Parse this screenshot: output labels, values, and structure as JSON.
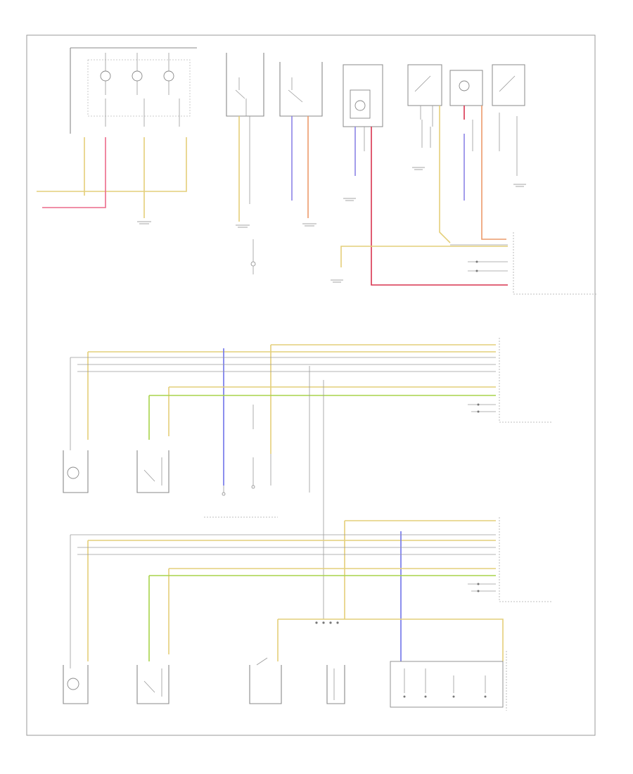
{
  "colors": {
    "yellow": "#e4cf7a",
    "pink": "#ec6a8a",
    "red": "#d9334f",
    "violet": "#8c84e6",
    "orange": "#ec9a6a",
    "green": "#a8d44a",
    "blue": "#6f73ea",
    "line": "#8a8a8a",
    "light_line": "#c4c4c4"
  },
  "top_section": {
    "blocks": [
      {
        "id": "door-lock-switches",
        "label": ""
      },
      {
        "id": "left-door-switch",
        "label": ""
      },
      {
        "id": "right-door-switch",
        "label": ""
      },
      {
        "id": "ignition-switch",
        "label": ""
      },
      {
        "id": "relay-1",
        "label": ""
      },
      {
        "id": "relay-2",
        "label": ""
      },
      {
        "id": "relay-3",
        "label": ""
      }
    ],
    "unit_label": ""
  },
  "middle_section": {
    "header_label": "",
    "unit_label": "",
    "components": [
      {
        "id": "right-door-lock-unit",
        "label": ""
      },
      {
        "id": "right-lock-switch",
        "label": ""
      },
      {
        "id": "door-lock-actuator",
        "label": ""
      },
      {
        "id": "passenger-unlock-switch",
        "label": ""
      }
    ]
  },
  "bottom_section": {
    "unit_label": "",
    "components": [
      {
        "id": "left-door-lock-unit",
        "label": ""
      },
      {
        "id": "left-lock-switch",
        "label": ""
      },
      {
        "id": "driver-key-switch",
        "label": ""
      },
      {
        "id": "driver-unlock-switch",
        "label": ""
      },
      {
        "id": "switch-group",
        "label": ""
      }
    ]
  },
  "footer_label": ""
}
